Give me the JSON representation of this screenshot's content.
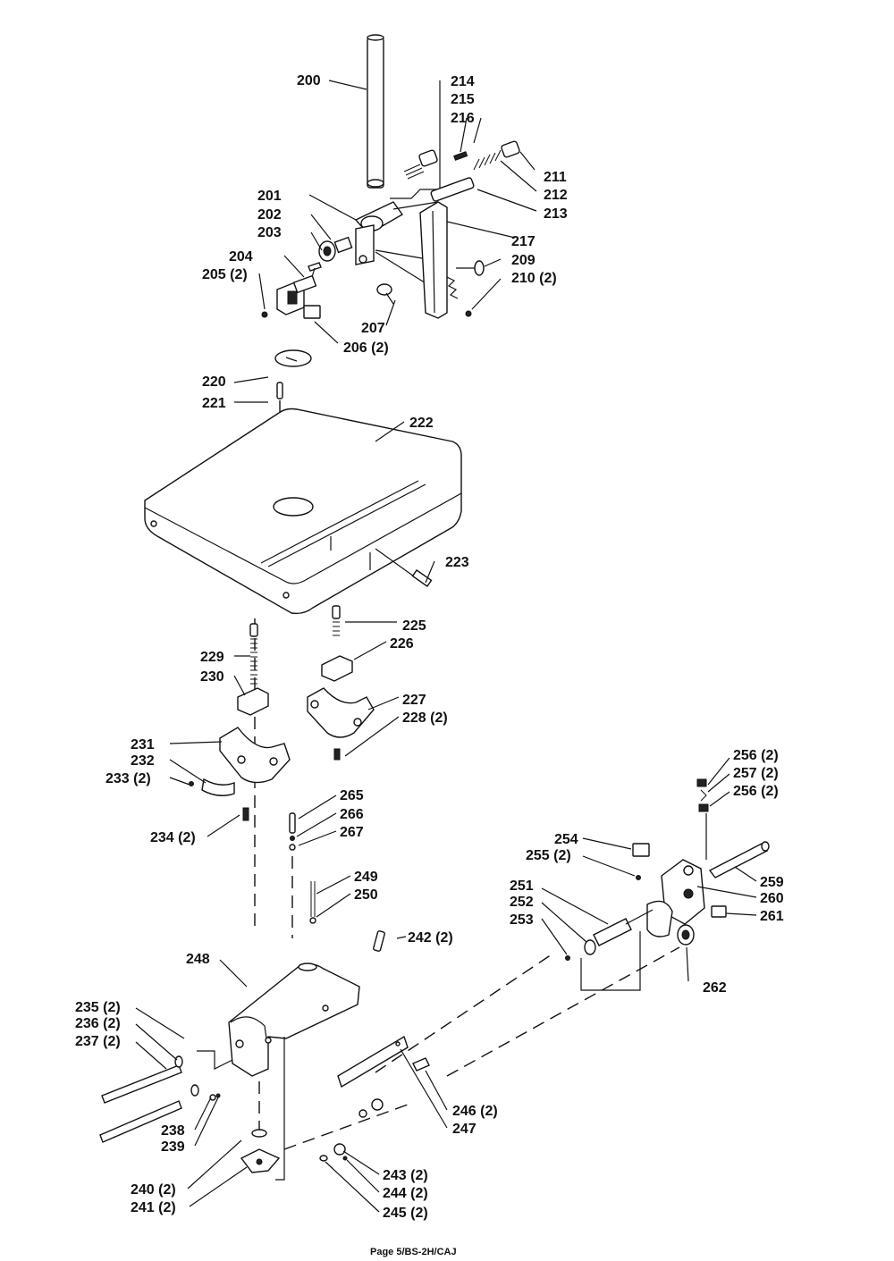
{
  "labels": {
    "p200": "200",
    "p214": "214",
    "p215": "215",
    "p216": "216",
    "p211": "211",
    "p212": "212",
    "p213": "213",
    "p201": "201",
    "p202": "202",
    "p203": "203",
    "p204": "204",
    "p205": "205 (2)",
    "p217": "217",
    "p209": "209",
    "p210": "210 (2)",
    "p207": "207",
    "p206": "206 (2)",
    "p220": "220",
    "p221": "221",
    "p222": "222",
    "p223": "223",
    "p225": "225",
    "p226": "226",
    "p229": "229",
    "p230": "230",
    "p227": "227",
    "p228": "228 (2)",
    "p231": "231",
    "p232": "232",
    "p233": "233 (2)",
    "p234": "234 (2)",
    "p265": "265",
    "p266": "266",
    "p267": "267",
    "p249": "249",
    "p250": "250",
    "p256a": "256 (2)",
    "p257": "257 (2)",
    "p256b": "256 (2)",
    "p254": "254",
    "p255": "255 (2)",
    "p259": "259",
    "p251": "251",
    "p260": "260",
    "p252": "252",
    "p261": "261",
    "p253": "253",
    "p242": "242 (2)",
    "p248": "248",
    "p262": "262",
    "p235": "235 (2)",
    "p236": "236 (2)",
    "p237": "237 (2)",
    "p238": "238",
    "p239": "239",
    "p246": "246 (2)",
    "p247": "247",
    "p240": "240 (2)",
    "p241": "241 (2)",
    "p243": "243 (2)",
    "p244": "244 (2)",
    "p245": "245 (2)"
  },
  "footer": "Page 5/BS-2H/CAJ"
}
